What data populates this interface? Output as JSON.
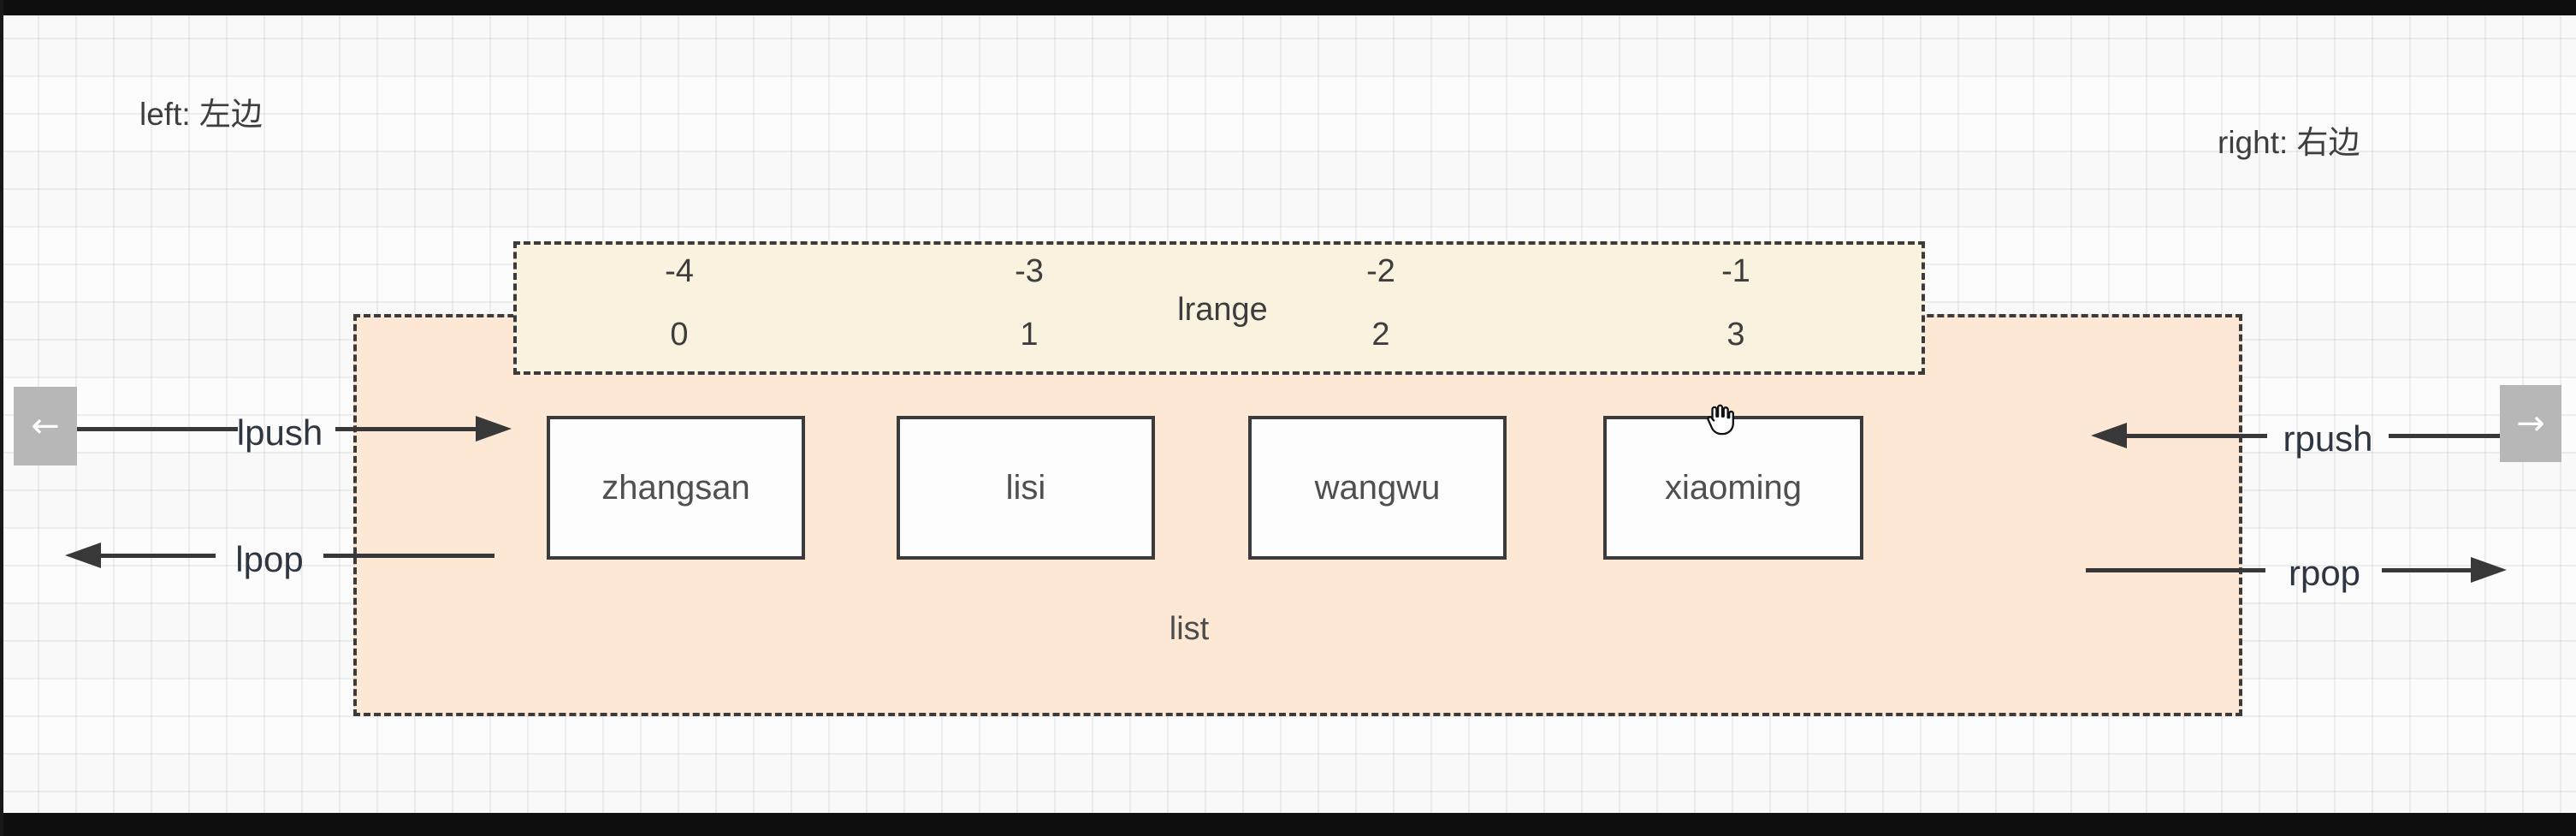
{
  "annotations": {
    "left_note": "left: 左边",
    "right_note": "right: 右边"
  },
  "index_box": {
    "label": "lrange",
    "columns": [
      {
        "negative_index": "-4",
        "positive_index": "0"
      },
      {
        "negative_index": "-3",
        "positive_index": "1"
      },
      {
        "negative_index": "-2",
        "positive_index": "2"
      },
      {
        "negative_index": "-1",
        "positive_index": "3"
      }
    ]
  },
  "list_box": {
    "label": "list",
    "items": [
      {
        "value": "zhangsan"
      },
      {
        "value": "lisi"
      },
      {
        "value": "wangwu"
      },
      {
        "value": "xiaoming"
      }
    ]
  },
  "operations": {
    "lpush_label": "lpush",
    "lpop_label": "lpop",
    "rpush_label": "rpush",
    "rpop_label": "rpop"
  },
  "nav": {
    "prev_arrow": "←",
    "next_arrow": "→"
  },
  "colors": {
    "list_box_fill": "#fce8d5",
    "index_box_fill": "#f8f2df",
    "stroke": "#383838",
    "letterbox_bar": "#0e0e0e",
    "nav_button": "#b7b7b7"
  }
}
